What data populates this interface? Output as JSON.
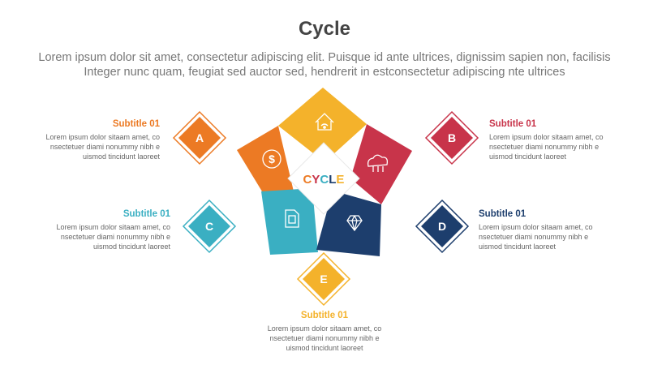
{
  "title": "Cycle",
  "intro": {
    "line1": "Lorem ipsum dolor sit amet, consectetur adipiscing elit. Puisque id ante ultrices, dignissim sapien non, facilisis",
    "line2": "Integer nunc quam, feugiat sed auctor sed, hendrerit in estconsectetur adipiscing nte ultrices"
  },
  "center_label": "CYCLE",
  "colors": {
    "A": "#ec7a24",
    "B": "#c8344a",
    "C": "#3aafc2",
    "D": "#1d3e6d",
    "E": "#f4b22b",
    "title": "#444444",
    "body": "#777777"
  },
  "items": [
    {
      "letter": "A",
      "subtitle": "Subtitle 01",
      "lines": [
        "Lorem ipsum dolor sitaam amet, co",
        "nsectetuer diami nonummy  nibh e",
        "uismod tincidunt laoreet"
      ],
      "icon": "dollar-icon"
    },
    {
      "letter": "B",
      "subtitle": "Subtitle 01",
      "lines": [
        "Lorem ipsum dolor sitaam amet, co",
        "nsectetuer diami nonummy  nibh e",
        "uismod tincidunt laoreet"
      ],
      "icon": "cloud-network-icon"
    },
    {
      "letter": "C",
      "subtitle": "Subtitle 01",
      "lines": [
        "Lorem ipsum dolor sitaam amet, co",
        "nsectetuer diami nonummy  nibh e",
        "uismod tincidunt laoreet"
      ],
      "icon": "sim-card-icon"
    },
    {
      "letter": "D",
      "subtitle": "Subtitle 01",
      "lines": [
        "Lorem ipsum dolor sitaam amet, co",
        "nsectetuer diami nonummy  nibh e",
        "uismod tincidunt laoreet"
      ],
      "icon": "diamond-icon"
    },
    {
      "letter": "E",
      "subtitle": "Subtitle 01",
      "lines": [
        "Lorem ipsum dolor sitaam amet, co",
        "nsectetuer diami nonummy  nibh e",
        "uismod tincidunt laoreet"
      ],
      "icon": "house-icon"
    }
  ]
}
